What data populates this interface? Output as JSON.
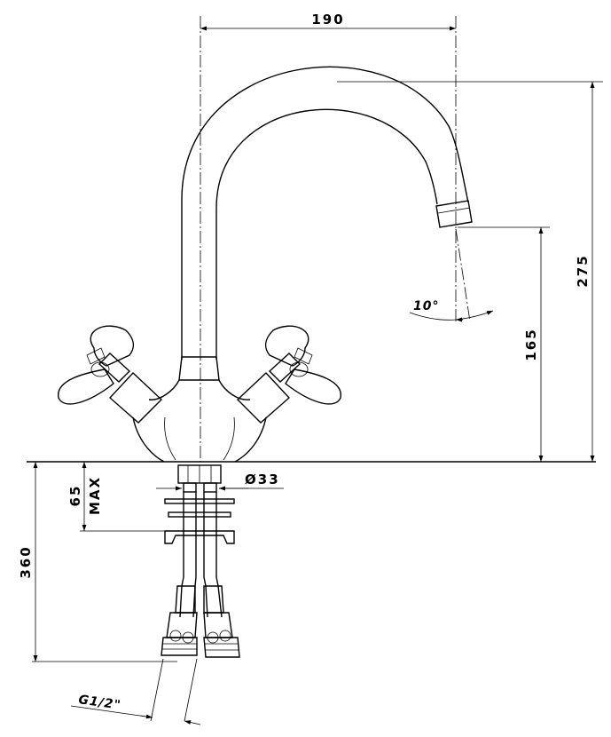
{
  "dimensions": {
    "spout_reach": "190",
    "total_height": "275",
    "outlet_height": "165",
    "spray_angle": "10°",
    "body_diameter": "Ø33",
    "mount_thickness_value": "65",
    "mount_thickness_note": "MAX",
    "hose_length": "360",
    "connection_thread": "G1/2\""
  }
}
